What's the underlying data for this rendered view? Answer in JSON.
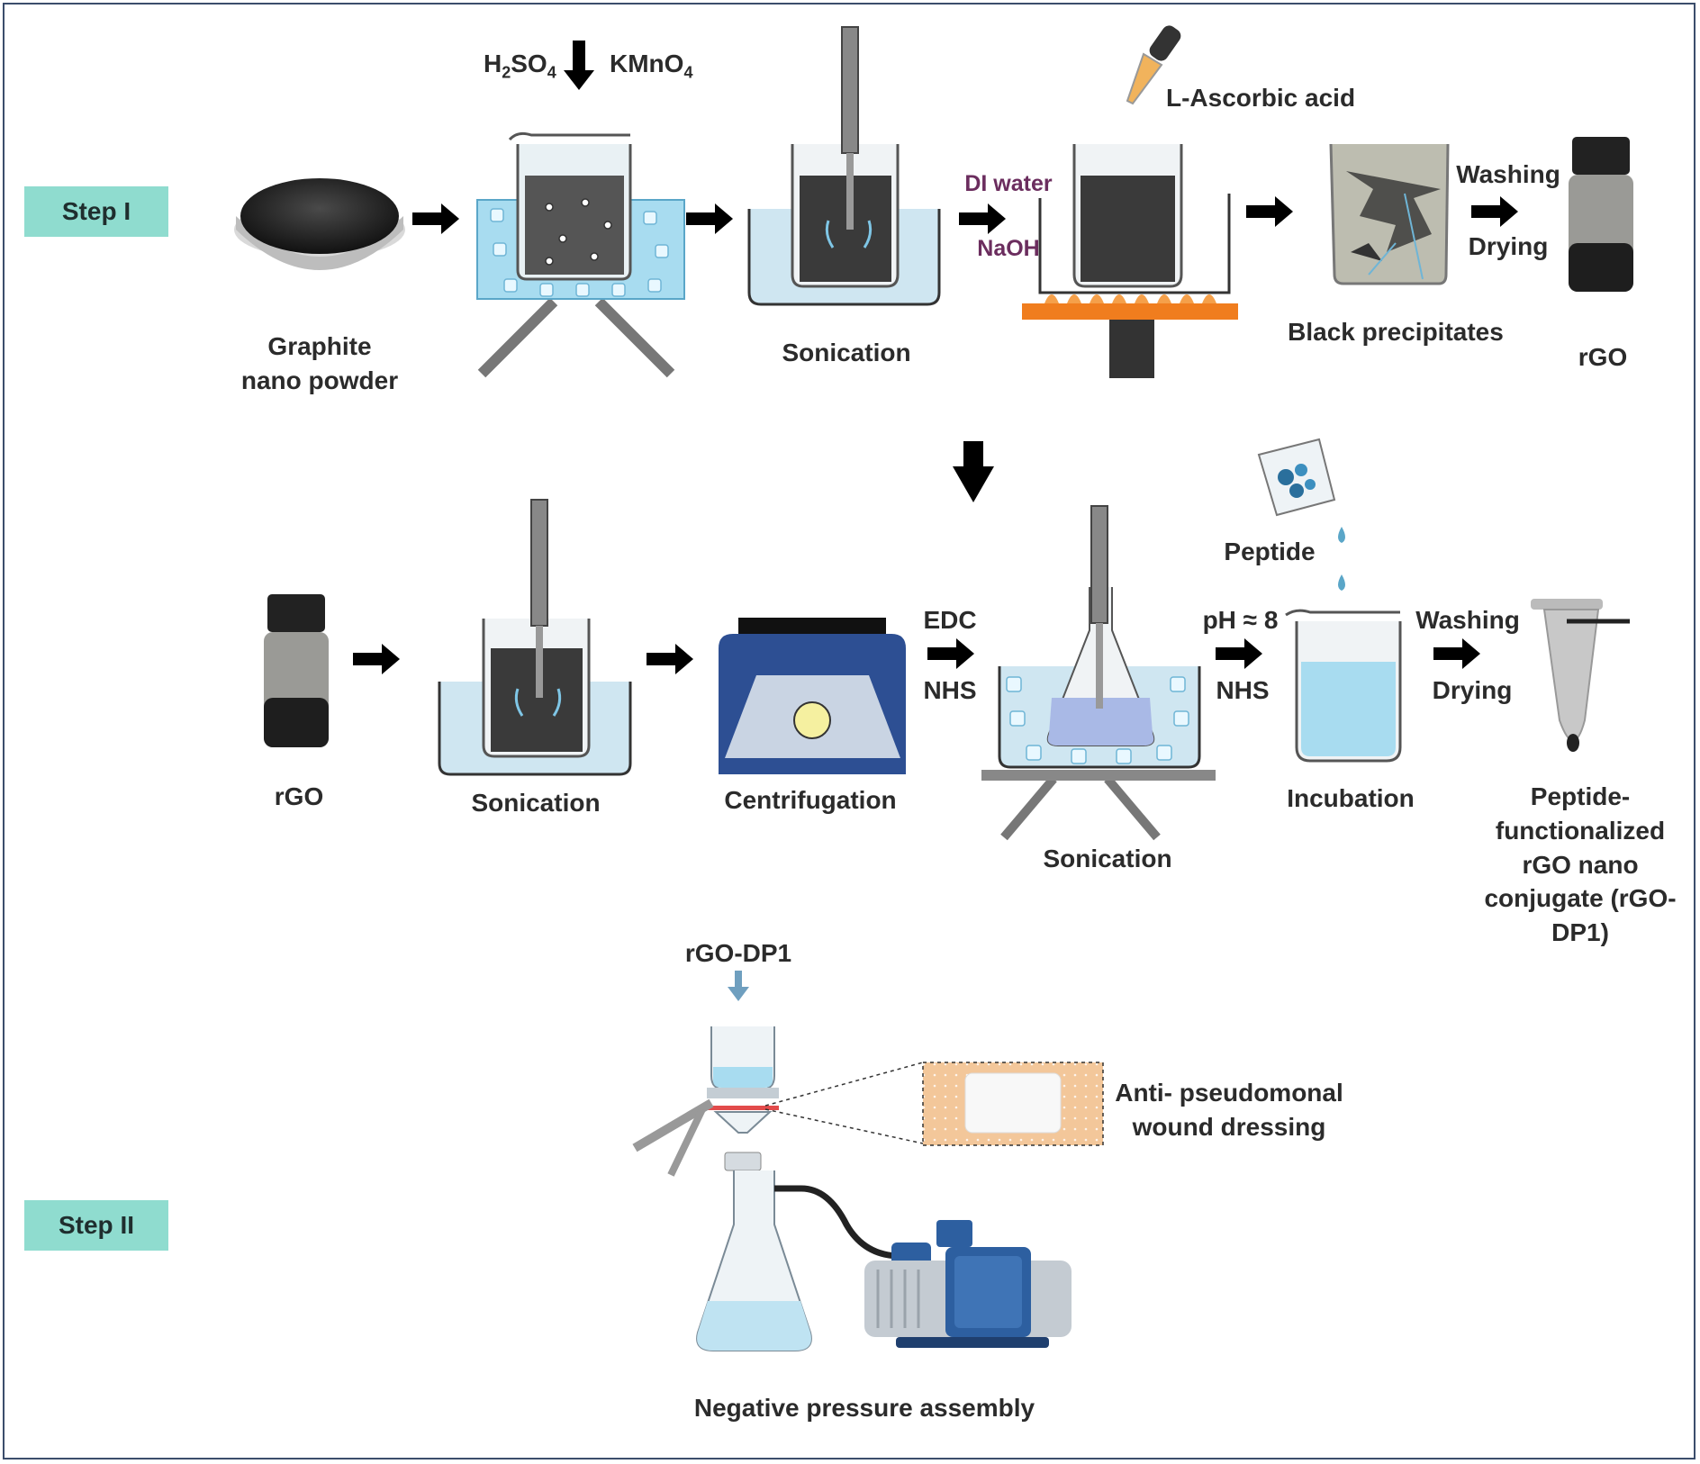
{
  "steps": {
    "step1": "Step I",
    "step2": "Step II"
  },
  "row1": {
    "graphite": "Graphite nano powder",
    "acid": "H2SO4",
    "oxidant": "KMnO4",
    "sonication": "Sonication",
    "di_water": "DI water",
    "naoh": "NaOH",
    "ascorbic": "L-Ascorbic acid",
    "washing": "Washing",
    "drying": "Drying",
    "black_precipitates": "Black precipitates",
    "rgo": "rGO"
  },
  "row2": {
    "rgo": "rGO",
    "sonication_a": "Sonication",
    "centrifugation": "Centrifugation",
    "edc": "EDC",
    "nhs_a": "NHS",
    "sonication_b": "Sonication",
    "peptide": "Peptide",
    "ph": "pH ≈ 8",
    "nhs_b": "NHS",
    "incubation": "Incubation",
    "washing": "Washing",
    "drying": "Drying",
    "product": "Peptide- functionalized rGO nano conjugate (rGO-DP1)"
  },
  "row3": {
    "input": "rGO-DP1",
    "dressing": "Anti- pseudomonal wound dressing",
    "assembly": "Negative pressure assembly"
  },
  "colors": {
    "badge": "#8fdccf",
    "ice": "#a8dcf0",
    "water": "#cfe6f1",
    "graphene": "#3a3a3a",
    "hotplate": "#f07d1e",
    "pump_blue": "#2d5fa0"
  }
}
